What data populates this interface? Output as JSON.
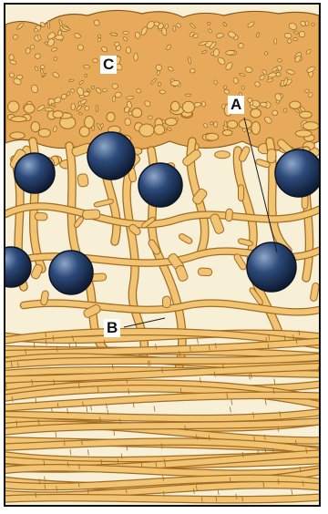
{
  "labels": {
    "a": "A",
    "b": "B",
    "c": "C"
  },
  "colors": {
    "frame": "#111111",
    "background": "#f7efd6",
    "crust": "#e7a95a",
    "crust_cell": "#f2c97c",
    "cell_outline": "#8a5a1c",
    "filament": "#f0c473",
    "filament_edge": "#a36c22",
    "sphere": "#2c4a7a",
    "sphere_highlight": "#8fa7c9",
    "label_bg": "#ffffff",
    "label_text": "#111111"
  }
}
